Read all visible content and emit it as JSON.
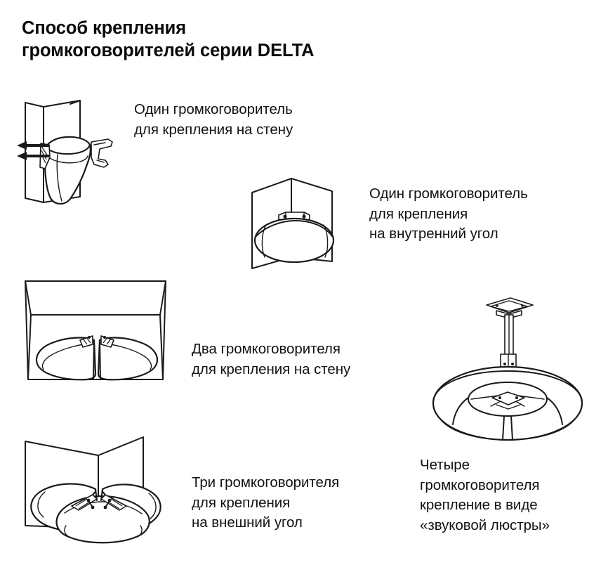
{
  "page": {
    "title_line1": "Способ крепления",
    "title_line2": "громкоговорителей серии DELTA",
    "title_full": "Способ крепления\nгромкоговорителей серии DELTA",
    "background_color": "#ffffff",
    "ink_color": "#1a1a1a",
    "text_color": "#000000"
  },
  "figures": [
    {
      "id": "one-speaker-wall",
      "index": 1,
      "illustration_name": "single-speaker-wall-mount-diagram",
      "caption": "Один громкоговоритель\nдля крепления на стену",
      "caption_lines": [
        "Один громкоговоритель",
        "для крепления на стену"
      ],
      "speaker_count": 1,
      "mount_type": "wall",
      "has_direction_arrows": true,
      "arrow_count": 2
    },
    {
      "id": "one-speaker-inner-corner",
      "index": 2,
      "illustration_name": "single-speaker-inner-corner-diagram",
      "caption": "Один громкоговоритель\nдля крепления\nна внутренний угол",
      "caption_lines": [
        "Один громкоговоритель",
        "для крепления",
        "на внутренний угол"
      ],
      "speaker_count": 1,
      "mount_type": "inner-corner",
      "has_direction_arrows": false,
      "arrow_count": 0
    },
    {
      "id": "two-speakers-wall",
      "index": 3,
      "illustration_name": "two-speakers-wall-mount-diagram",
      "caption": "Два громкоговорителя\nдля крепления на стену",
      "caption_lines": [
        "Два громкоговорителя",
        "для крепления на стену"
      ],
      "speaker_count": 2,
      "mount_type": "wall",
      "has_direction_arrows": false,
      "arrow_count": 0
    },
    {
      "id": "three-speakers-outer-corner",
      "index": 4,
      "illustration_name": "three-speakers-outer-corner-diagram",
      "caption": "Три громкоговорителя\nдля крепления\nна внешний угол",
      "caption_lines": [
        "Три громкоговорителя",
        "для крепления",
        "на внешний угол"
      ],
      "speaker_count": 3,
      "mount_type": "outer-corner",
      "has_direction_arrows": false,
      "arrow_count": 0
    },
    {
      "id": "four-speakers-ceiling",
      "index": 5,
      "illustration_name": "four-speakers-sound-chandelier-diagram",
      "caption": "Четыре\nгромкоговорителя\nкрепление в виде\n«звуковой люстры»",
      "caption_lines": [
        "Четыре",
        "громкоговорителя",
        "крепление в виде",
        "«звуковой люстры»"
      ],
      "speaker_count": 4,
      "mount_type": "ceiling-pole",
      "has_direction_arrows": false,
      "arrow_count": 0
    }
  ]
}
